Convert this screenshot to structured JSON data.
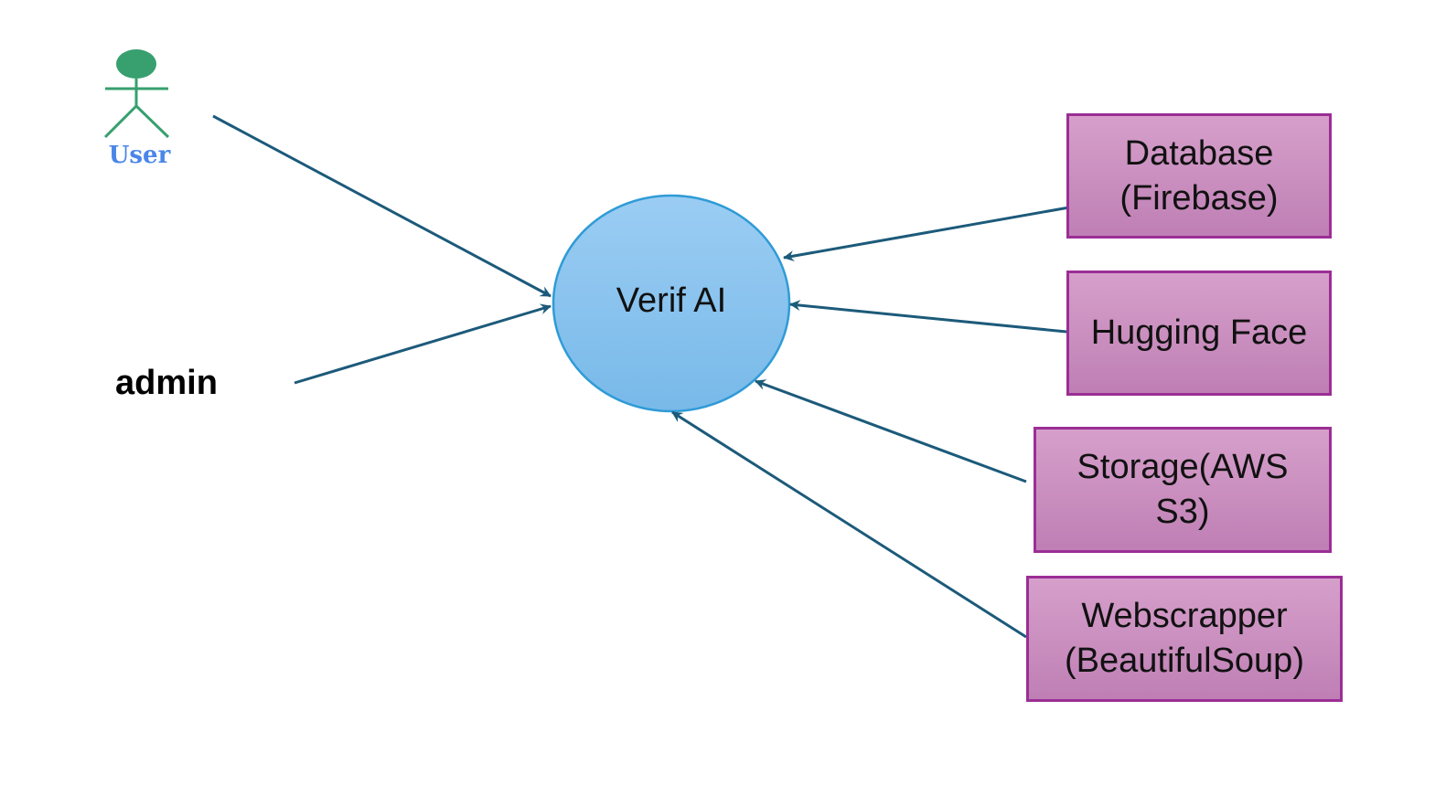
{
  "actors": {
    "user": {
      "label": "User"
    },
    "admin": {
      "label": "admin"
    }
  },
  "system": {
    "label": "Verif AI"
  },
  "services": {
    "database": {
      "label": "Database\n(Firebase)"
    },
    "hugging_face": {
      "label": "Hugging Face"
    },
    "storage": {
      "label": "Storage(AWS\nS3)"
    },
    "webscrapper": {
      "label": "Webscrapper\n(BeautifulSoup)"
    }
  },
  "colors": {
    "actor": "#37a06e",
    "actor_label": "#4a86e8",
    "arrow": "#1c5a7a",
    "ellipse_fill_top": "#9bcdf3",
    "ellipse_fill_bottom": "#7bbcea",
    "ellipse_stroke": "#2f9bd6",
    "box_border": "#9b2e95",
    "box_fill": "#c98ebe"
  }
}
